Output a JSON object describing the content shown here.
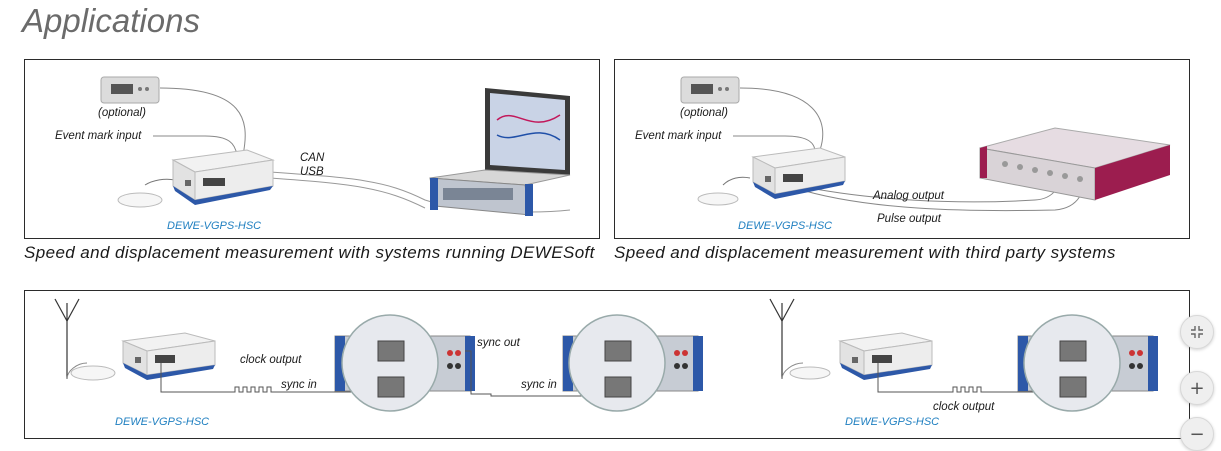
{
  "page": {
    "title": "Applications"
  },
  "panel1": {
    "optional_label": "(optional)",
    "event_label": "Event mark input",
    "can_label": "CAN",
    "usb_label": "USB",
    "device_label": "DEWE-VGPS-HSC",
    "caption": "Speed and displacement measurement with systems running DEWESoft"
  },
  "panel2": {
    "optional_label": "(optional)",
    "event_label": "Event mark input",
    "analog_label": "Analog output",
    "pulse_label": "Pulse output",
    "device_label": "DEWE-VGPS-HSC",
    "caption": "Speed and displacement measurement with third party systems"
  },
  "panel3": {
    "clock_label_left": "clock output",
    "sync_in_left": "sync in",
    "sync_out": "sync out",
    "sync_in_right": "sync in",
    "device_label_left": "DEWE-VGPS-HSC",
    "device_label_right": "DEWE-VGPS-HSC",
    "clock_label_right": "clock output"
  },
  "controls": {
    "collapse_icon": "collapse-icon",
    "zoom_in_symbol": "+",
    "zoom_out_symbol": "−"
  }
}
